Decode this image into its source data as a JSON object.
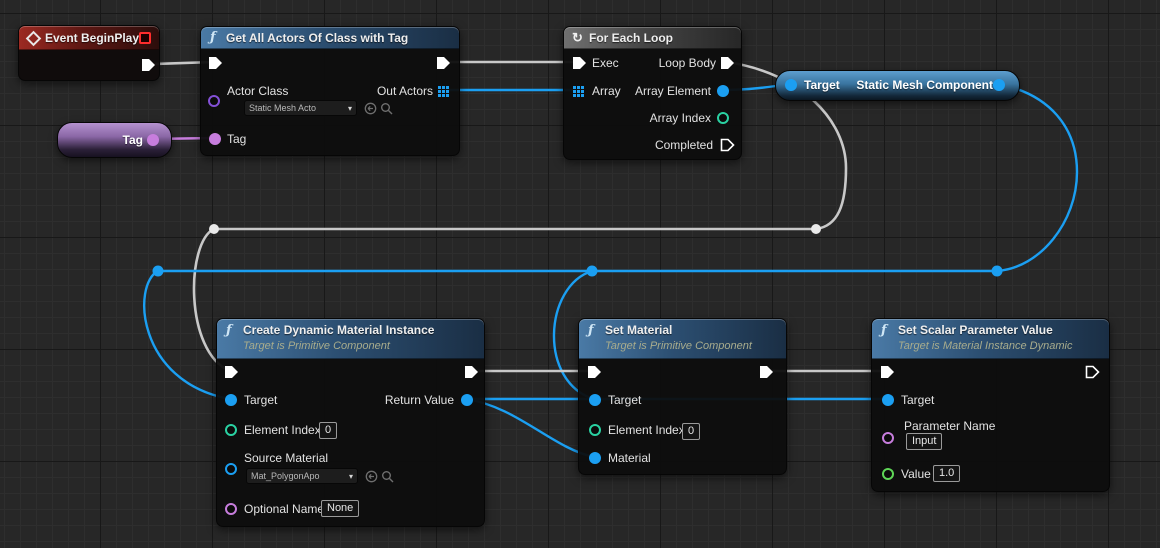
{
  "colors": {
    "exec_wire": "#c8c8c8",
    "object_pin": "#1b9ff2",
    "name_pin": "#c77ddd",
    "int_pin": "#2ad1a2",
    "float_pin": "#5fd657",
    "class_pin": "#8350d6",
    "function_header": "#4a7aa6",
    "event_header": "#9c2a22",
    "macro_header": "#707070"
  },
  "nodes": {
    "event_begin_play": {
      "title": "Event BeginPlay"
    },
    "get_all_actors": {
      "title": "Get All Actors Of Class with Tag",
      "actor_class_label": "Actor Class",
      "actor_class_value": "Static Mesh Acto",
      "out_actors_label": "Out Actors",
      "tag_label": "Tag"
    },
    "for_each_loop": {
      "title": "For Each Loop",
      "exec_label": "Exec",
      "array_label": "Array",
      "loop_body_label": "Loop Body",
      "array_element_label": "Array Element",
      "array_index_label": "Array Index",
      "completed_label": "Completed"
    },
    "target_component": {
      "input_label": "Target",
      "output_label": "Static Mesh Component"
    },
    "tag_variable": {
      "label": "Tag"
    },
    "create_dynamic_material_instance": {
      "title": "Create Dynamic Material Instance",
      "subtitle": "Target is Primitive Component",
      "target_label": "Target",
      "return_value_label": "Return Value",
      "element_index_label": "Element Index",
      "element_index_value": "0",
      "source_material_label": "Source Material",
      "source_material_value": "Mat_PolygonApo",
      "optional_name_label": "Optional Name",
      "optional_name_value": "None"
    },
    "set_material": {
      "title": "Set Material",
      "subtitle": "Target is Primitive Component",
      "target_label": "Target",
      "element_index_label": "Element Index",
      "element_index_value": "0",
      "material_label": "Material"
    },
    "set_scalar_parameter_value": {
      "title": "Set Scalar Parameter Value",
      "subtitle": "Target is Material Instance Dynamic",
      "target_label": "Target",
      "parameter_name_label": "Parameter Name",
      "parameter_name_value": "Input",
      "value_label": "Value",
      "value_value": "1.0"
    }
  },
  "wires": [
    {
      "from": "EventBeginPlay.exec",
      "to": "GetAllActorsOfClassWithTag.exec"
    },
    {
      "from": "GetAllActorsOfClassWithTag.exec_out",
      "to": "ForEachLoop.exec"
    },
    {
      "from": "GetAllActorsOfClassWithTag.out_actors",
      "to": "ForEachLoop.array"
    },
    {
      "from": "Tag",
      "to": "GetAllActorsOfClassWithTag.tag"
    },
    {
      "from": "ForEachLoop.loop_body",
      "to": "CreateDynamicMaterialInstance.exec"
    },
    {
      "from": "ForEachLoop.array_element",
      "to": "Target(StaticMeshComponent).target"
    },
    {
      "from": "Target(StaticMeshComponent).out",
      "to": "CreateDynamicMaterialInstance.target"
    },
    {
      "from": "Target(StaticMeshComponent).out",
      "to": "SetMaterial.target"
    },
    {
      "from": "CreateDynamicMaterialInstance.exec_out",
      "to": "SetMaterial.exec"
    },
    {
      "from": "CreateDynamicMaterialInstance.return_value",
      "to": "SetMaterial.material"
    },
    {
      "from": "CreateDynamicMaterialInstance.return_value",
      "to": "SetScalarParameterValue.target"
    },
    {
      "from": "SetMaterial.exec_out",
      "to": "SetScalarParameterValue.exec"
    }
  ]
}
